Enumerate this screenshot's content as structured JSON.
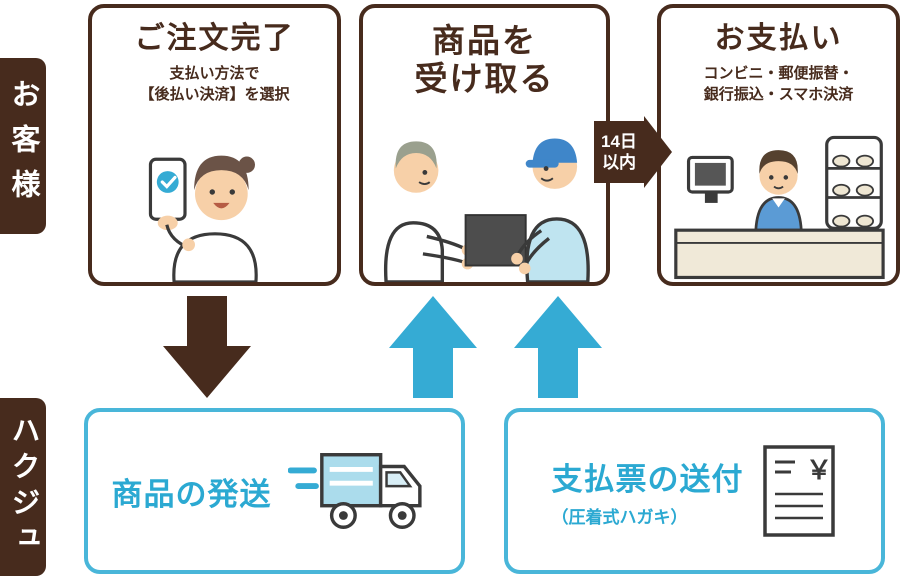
{
  "labels": {
    "customer": "お客様",
    "company": "ハクジュ"
  },
  "customer": {
    "boxes": [
      {
        "title": "ご注文完了",
        "subtitle": "支払い方法で\n【後払い決済】を選択"
      },
      {
        "title": "商品を\n受け取る"
      },
      {
        "title": "お支払い",
        "subtitle": "コンビニ・郵便振替・\n銀行振込・スマホ決済"
      }
    ]
  },
  "company": {
    "boxes": [
      {
        "title": "商品の発送"
      },
      {
        "title": "支払票の送付",
        "subtitle": "（圧着式ハガキ）",
        "symbol": "￥"
      }
    ]
  },
  "arrow": {
    "label": "14日\n以内"
  },
  "colors": {
    "brown": "#472b1d",
    "blue_arrow": "#35abd4",
    "blue_border": "#49b6d9",
    "blue_text": "#2ba9d2"
  }
}
